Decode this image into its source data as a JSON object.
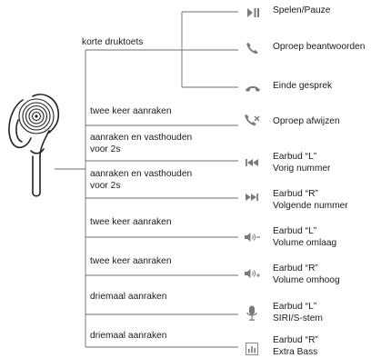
{
  "colors": {
    "line": "#6e6e6e",
    "icon": "#7a7a7a",
    "text": "#1a1a1a"
  },
  "header": {
    "short_press": "korte druktoets"
  },
  "top_functions": [
    {
      "icon": "play-pause-icon",
      "label": "Spelen/Pauze"
    },
    {
      "icon": "phone-icon",
      "label": "Oproep beantwoorden"
    },
    {
      "icon": "hang-up-icon",
      "label": "Einde gesprek"
    }
  ],
  "rows": [
    {
      "gesture": "twee keer aanraken",
      "icon": "reject-call-icon",
      "label": "Oproep afwijzen"
    },
    {
      "gesture": "aanraken en vasthouden voor 2s",
      "icon": "previous-track-icon",
      "label": "Earbud “L”\nVorig nummer"
    },
    {
      "gesture": "aanraken en vasthouden voor 2s",
      "icon": "next-track-icon",
      "label": "Earbud “R”\nVolgende nummer"
    },
    {
      "gesture": "twee keer aanraken",
      "icon": "volume-down-icon",
      "label": "Earbud “L”\nVolume omlaag"
    },
    {
      "gesture": "twee keer aanraken",
      "icon": "volume-up-icon",
      "label": "Earbud “R”\nVolume omhoog"
    },
    {
      "gesture": "driemaal aanraken",
      "icon": "microphone-icon",
      "label": "Earbud “L”\nSIRI/S-stem"
    },
    {
      "gesture": "driemaal aanraken",
      "icon": "equalizer-icon",
      "label": "Earbud “R”\nExtra Bass"
    }
  ]
}
